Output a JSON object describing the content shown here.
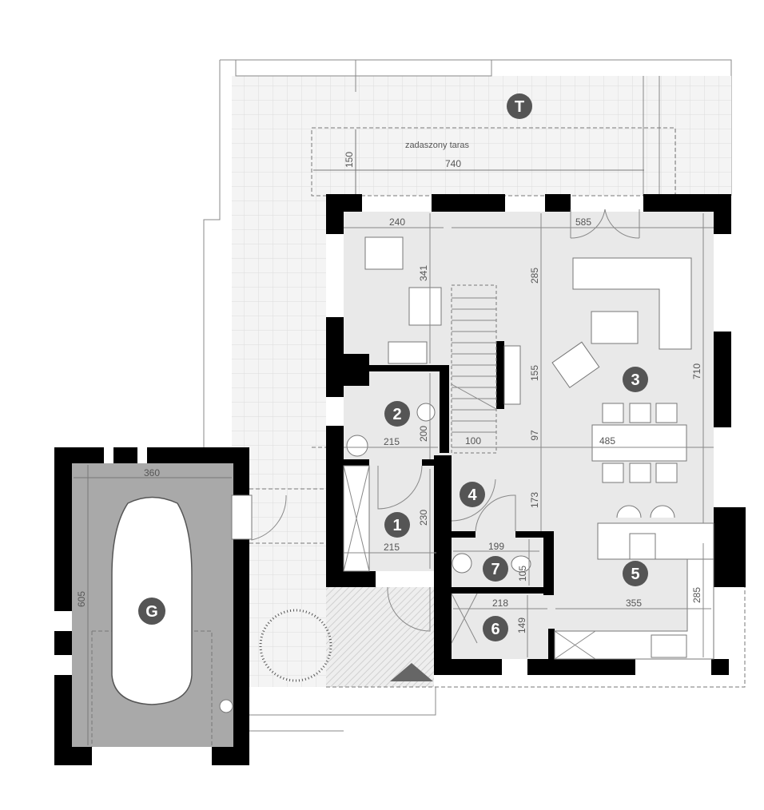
{
  "plan": {
    "terrace_label": "T",
    "covered_terrace_text": "zadaszony taras",
    "garage_label": "G",
    "rooms": [
      {
        "id": "1"
      },
      {
        "id": "2"
      },
      {
        "id": "3"
      },
      {
        "id": "4"
      },
      {
        "id": "5"
      },
      {
        "id": "6"
      },
      {
        "id": "7"
      }
    ],
    "dimensions": {
      "terrace_width": "740",
      "terrace_depth": "150",
      "room2_top_width": "240",
      "room2_top_depth": "341",
      "living_width": "585",
      "living_depth_a": "285",
      "living_depth_b": "155",
      "living_depth_c": "97",
      "living_depth_d": "173",
      "living_total": "710",
      "room2_width": "215",
      "room2_depth": "200",
      "stairs_width": "100",
      "dining_width": "485",
      "room1_depth": "230",
      "room1_width": "215",
      "room7_width": "199",
      "room7_depth": "105",
      "room6_width": "218",
      "room6_depth": "149",
      "kitchen_width": "355",
      "kitchen_depth": "285",
      "garage_width": "360",
      "garage_depth": "605"
    }
  },
  "colors": {
    "wall": "#000000",
    "floor": "#e9e9e9",
    "garage_floor": "#a9a9a9",
    "badge": "#555555"
  }
}
